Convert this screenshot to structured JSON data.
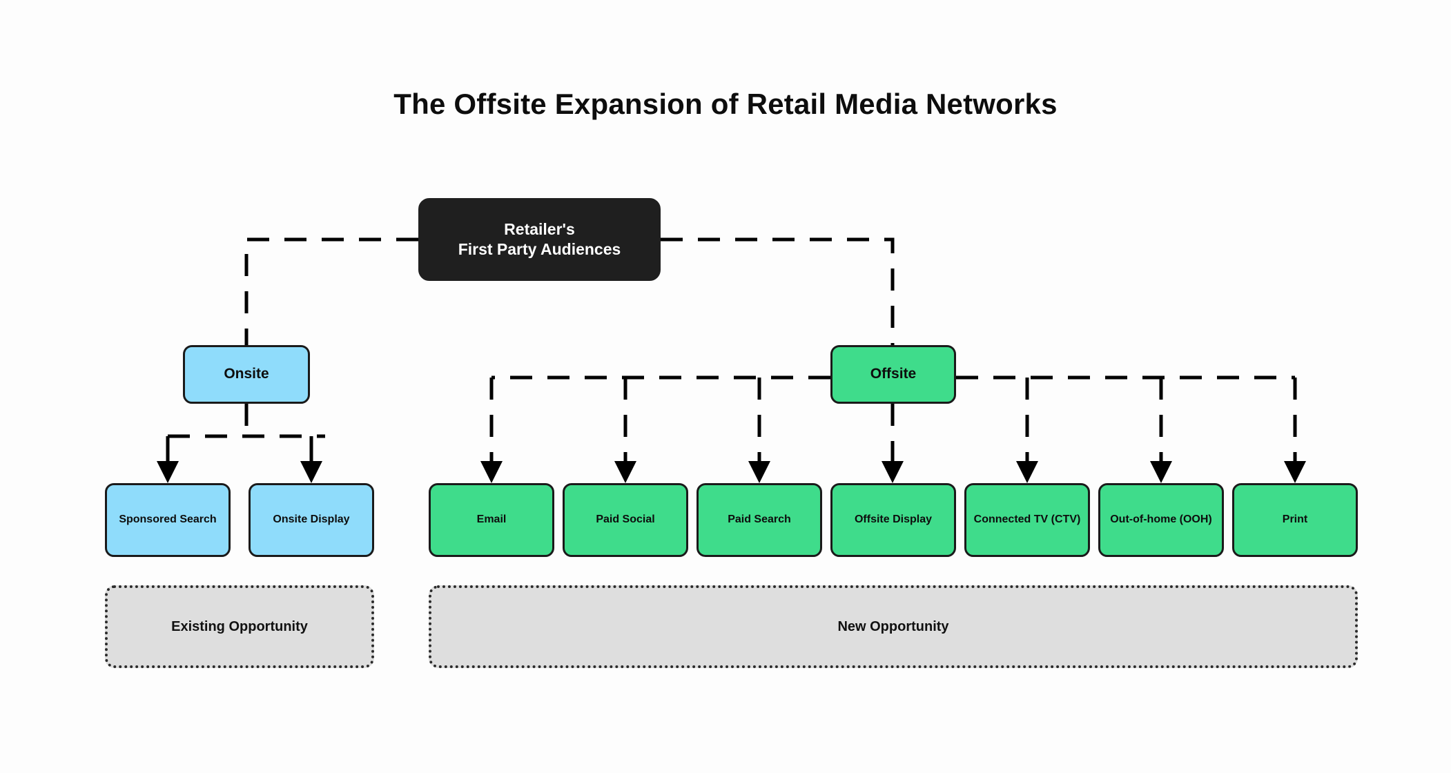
{
  "title": "The Offsite Expansion of Retail Media Networks",
  "root": {
    "label": "Retailer's\nFirst Party Audiences"
  },
  "categories": [
    {
      "id": "onsite",
      "label": "Onsite",
      "color": "#8fdcfb"
    },
    {
      "id": "offsite",
      "label": "Offsite",
      "color": "#3fdc8b"
    }
  ],
  "onsite_channels": [
    {
      "label": "Sponsored Search"
    },
    {
      "label": "Onsite Display"
    }
  ],
  "offsite_channels": [
    {
      "label": "Email"
    },
    {
      "label": "Paid Social"
    },
    {
      "label": "Paid Search"
    },
    {
      "label": "Offsite Display"
    },
    {
      "label": "Connected TV (CTV)"
    },
    {
      "label": "Out-of-home (OOH)"
    },
    {
      "label": "Print"
    }
  ],
  "banners": [
    {
      "id": "existing",
      "label": "Existing Opportunity"
    },
    {
      "id": "new",
      "label": "New Opportunity"
    }
  ],
  "colors": {
    "background": "#fdfdfd",
    "root_fill": "#1f1f1f",
    "root_text": "#ffffff",
    "onsite_fill": "#8fdcfb",
    "offsite_fill": "#3fdc8b",
    "banner_fill": "#dedede",
    "stroke": "#000000",
    "text": "#0d0d0d"
  }
}
